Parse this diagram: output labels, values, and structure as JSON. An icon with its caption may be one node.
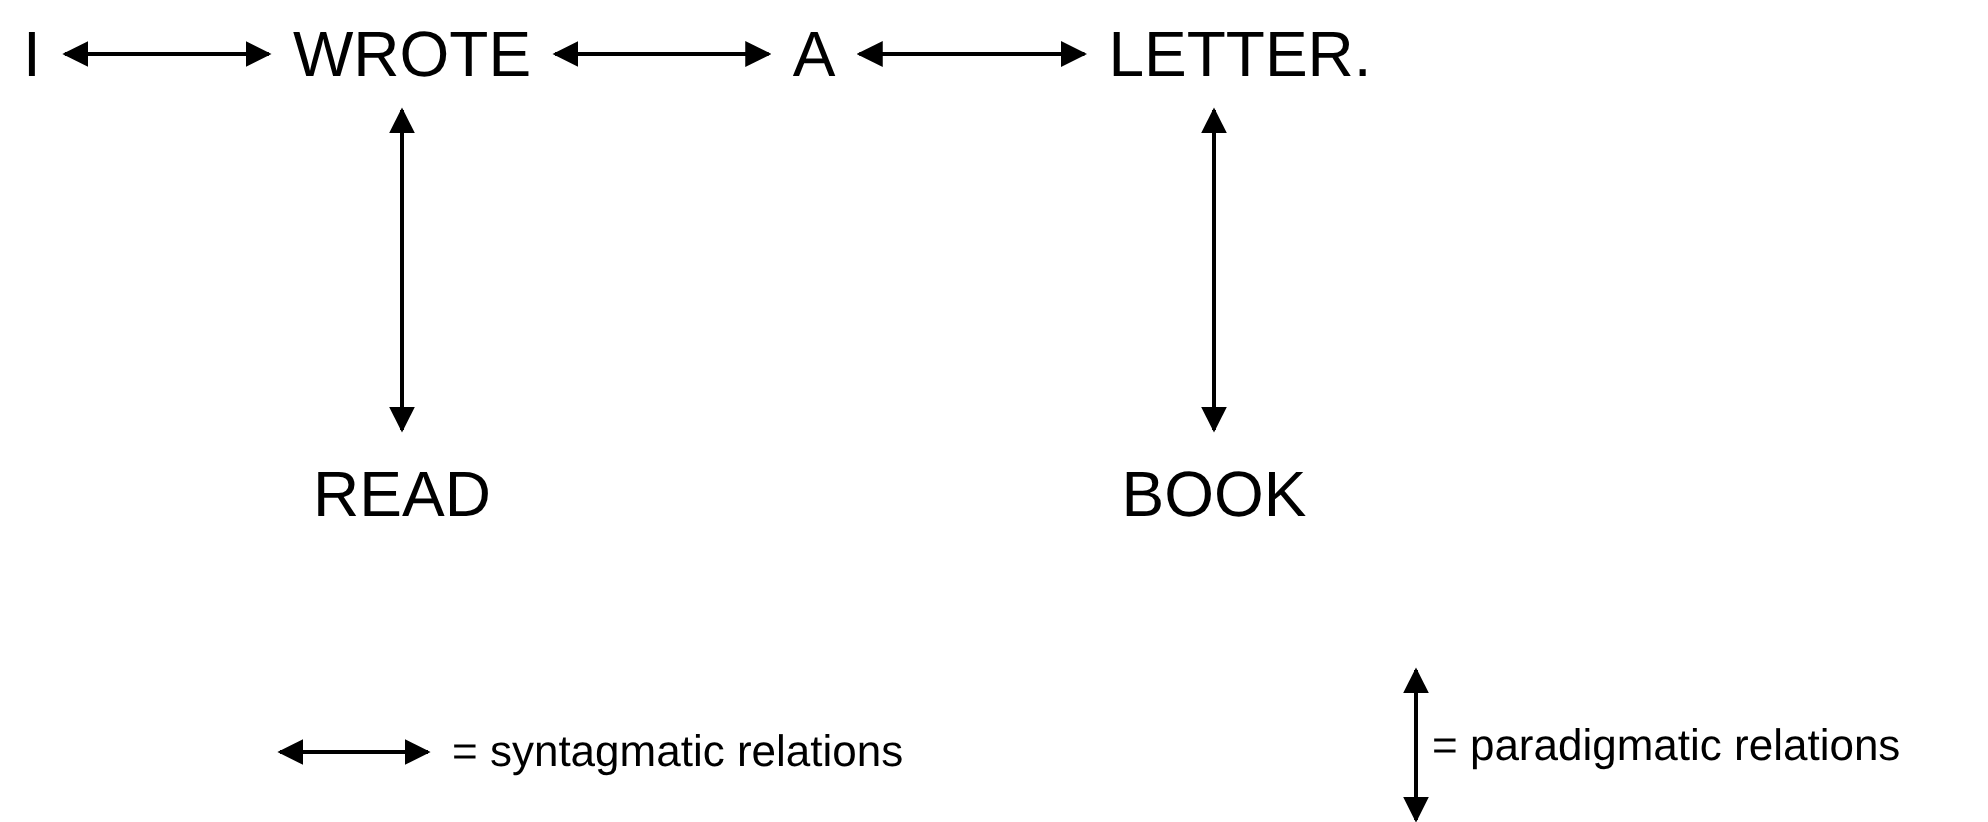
{
  "diagram": {
    "nodes": [
      {
        "text": [
          "I"
        ]
      },
      {
        "text": [
          "WROTE"
        ]
      },
      {
        "text": [
          "A"
        ]
      },
      {
        "text": [
          "LETTER."
        ]
      },
      {
        "text": [
          "READ"
        ]
      },
      {
        "text": [
          "BOOK"
        ]
      }
    ],
    "edges": [
      {
        "from": 0,
        "to": 1,
        "arrow": "both"
      },
      {
        "from": 1,
        "to": 2,
        "arrow": "both"
      },
      {
        "from": 2,
        "to": 3,
        "arrow": "both"
      },
      {
        "from": 1,
        "to": 4,
        "arrow": "both"
      },
      {
        "from": 3,
        "to": 5,
        "arrow": "both"
      }
    ],
    "legend": [
      {
        "text": "= syntagmatic relations"
      },
      {
        "text": "= paradigmatic relations"
      }
    ]
  }
}
